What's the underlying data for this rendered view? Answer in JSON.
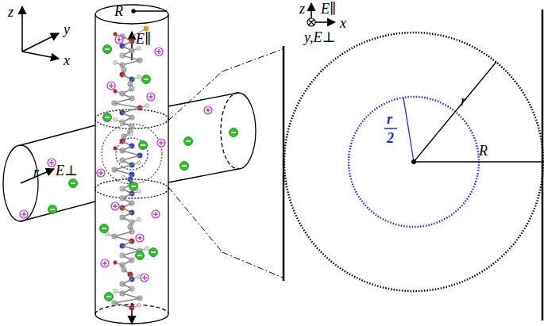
{
  "diagram": {
    "labels": [
      "z",
      "y",
      "x",
      "R",
      "E∥",
      "r",
      "E⊥",
      "z",
      "E∥",
      "y,E⊥",
      "x",
      "r",
      "r",
      "2",
      "R"
    ]
  }
}
